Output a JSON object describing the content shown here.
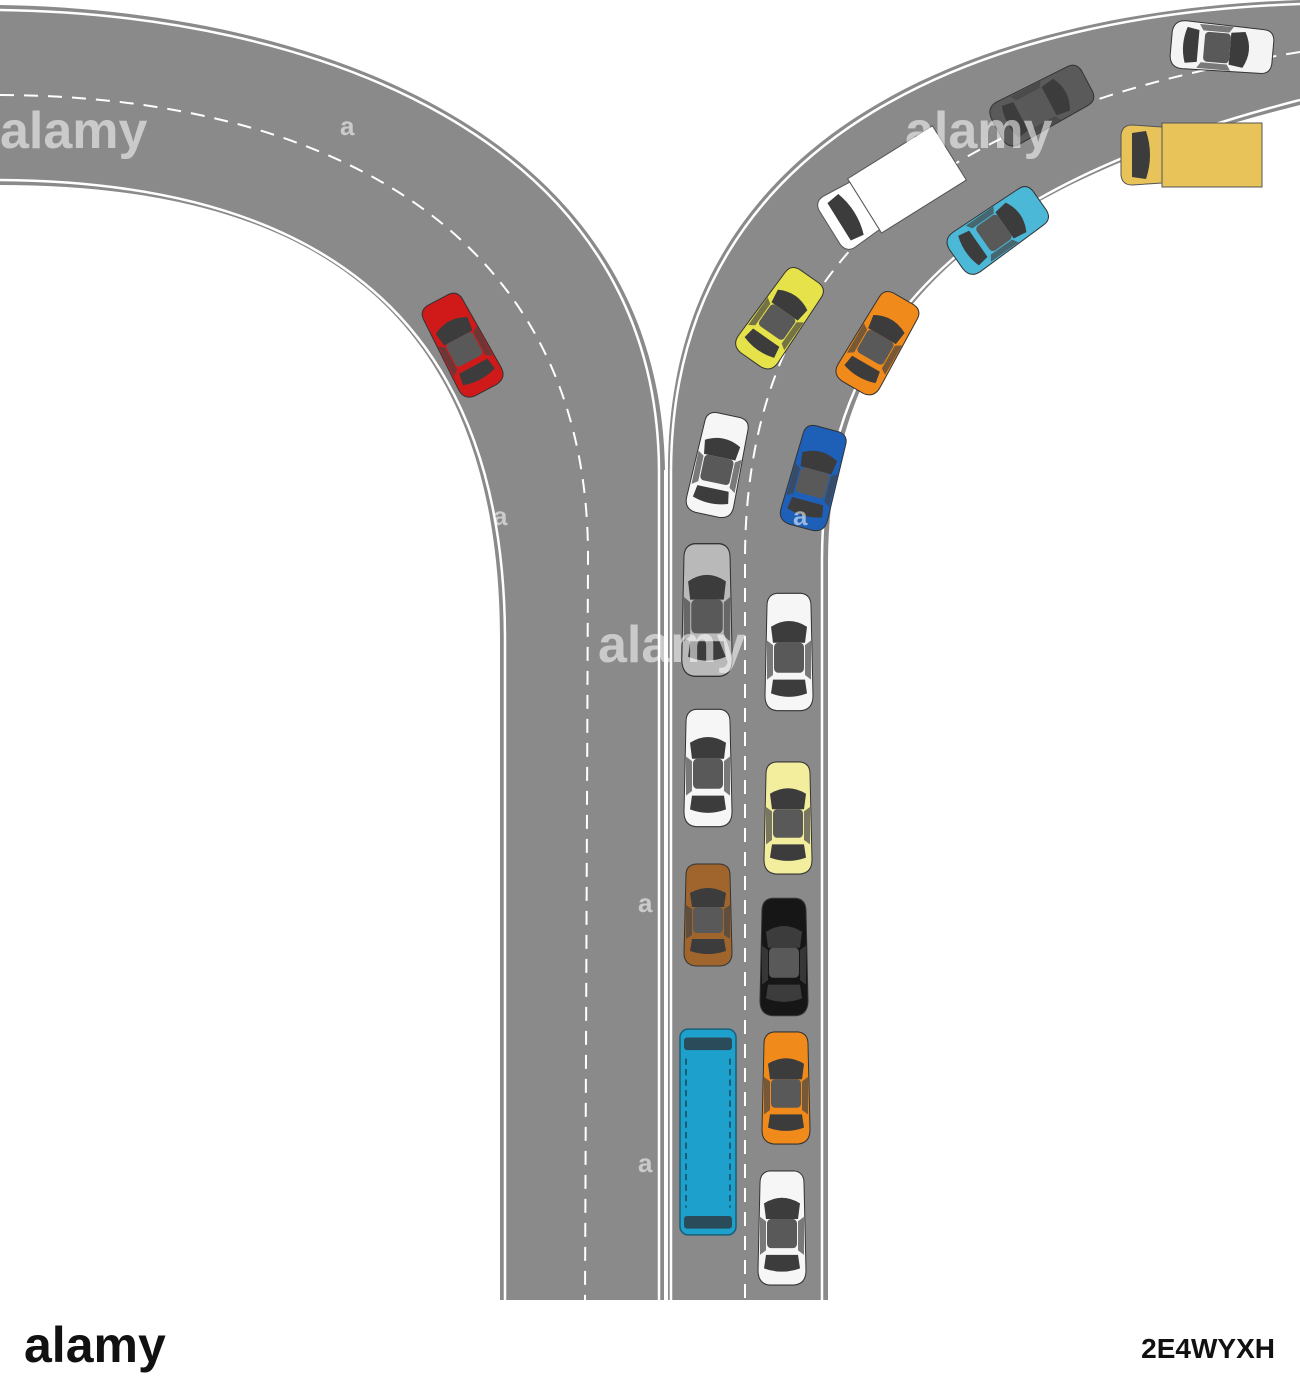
{
  "watermark": {
    "brand": "alamy",
    "letter": "a"
  },
  "footer": {
    "logo": "alamy",
    "image_code": "2E4WYXH"
  },
  "colors": {
    "road": "#8a8a8a",
    "road_edge": "#ffffff",
    "lane_marking": "#ffffff",
    "background": "#ffffff",
    "footer_bg": "#ffffff"
  },
  "vehicles": [
    {
      "id": "car-red",
      "type": "car",
      "color": "#d01a1a",
      "road": "left-branch"
    },
    {
      "id": "car-white-top",
      "type": "car",
      "color": "#f4f4f4",
      "road": "right-branch"
    },
    {
      "id": "car-dark-gray",
      "type": "car",
      "color": "#5a5a5a",
      "road": "right-branch"
    },
    {
      "id": "truck-yellow",
      "type": "truck",
      "color": "#e8c35a",
      "road": "right-branch"
    },
    {
      "id": "truck-white",
      "type": "truck",
      "color": "#ffffff",
      "road": "right-branch"
    },
    {
      "id": "car-light-blue",
      "type": "car",
      "color": "#4cb8d8",
      "road": "right-branch"
    },
    {
      "id": "car-yellow",
      "type": "car",
      "color": "#e6e24a",
      "road": "right-branch"
    },
    {
      "id": "car-orange",
      "type": "car",
      "color": "#f08a1a",
      "road": "right-branch"
    },
    {
      "id": "car-white-1",
      "type": "car",
      "color": "#f6f6f6",
      "road": "right-branch"
    },
    {
      "id": "car-blue",
      "type": "car",
      "color": "#1e5fb8",
      "road": "right-branch"
    },
    {
      "id": "car-silver",
      "type": "car",
      "color": "#b9b9b9",
      "road": "main"
    },
    {
      "id": "car-white-2",
      "type": "car",
      "color": "#f6f6f6",
      "road": "main"
    },
    {
      "id": "car-white-3",
      "type": "car",
      "color": "#f6f6f6",
      "road": "main"
    },
    {
      "id": "car-pale-yellow",
      "type": "car",
      "color": "#f3ee9e",
      "road": "main"
    },
    {
      "id": "car-brown",
      "type": "car",
      "color": "#a0652c",
      "road": "main"
    },
    {
      "id": "car-black",
      "type": "car",
      "color": "#161616",
      "road": "main"
    },
    {
      "id": "bus-blue",
      "type": "bus",
      "color": "#1ea0cc",
      "road": "main"
    },
    {
      "id": "car-orange-2",
      "type": "car",
      "color": "#f08a1a",
      "road": "main"
    },
    {
      "id": "car-white-4",
      "type": "car",
      "color": "#f6f6f6",
      "road": "main"
    }
  ]
}
